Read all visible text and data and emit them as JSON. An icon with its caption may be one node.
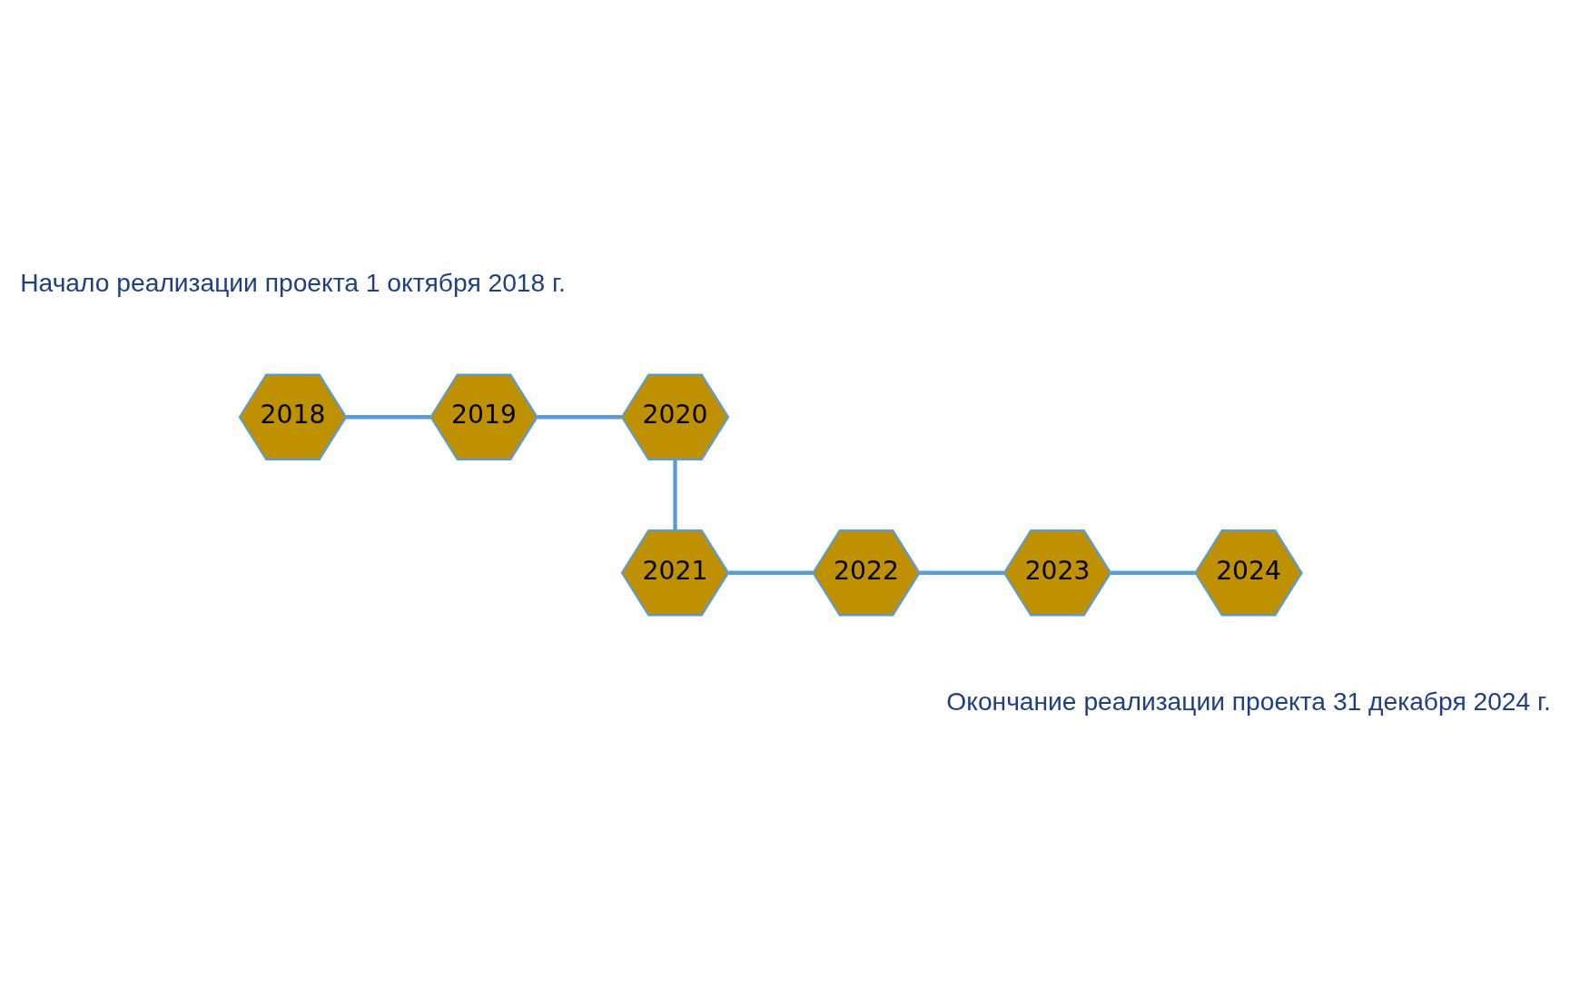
{
  "diagram": {
    "nodes": [
      {
        "text": [
          "2018"
        ],
        "beside": [
          "Начало реализации проекта 1 октября 2018 г."
        ]
      },
      {
        "text": [
          "2019"
        ]
      },
      {
        "text": [
          "2020"
        ]
      },
      {
        "text": [
          "2021"
        ]
      },
      {
        "text": [
          "2022"
        ]
      },
      {
        "text": [
          "2023"
        ]
      },
      {
        "text": [
          "2024"
        ],
        "beside": [
          "Окончание реализации проекта 31 декабря 2024 г."
        ]
      }
    ],
    "edges": [
      {
        "from": 0,
        "to": 1,
        "arrow": "none"
      },
      {
        "from": 1,
        "to": 2,
        "arrow": "none"
      },
      {
        "from": 2,
        "to": 3,
        "arrow": "none"
      },
      {
        "from": 3,
        "to": 4,
        "arrow": "none"
      },
      {
        "from": 4,
        "to": 5,
        "arrow": "none"
      },
      {
        "from": 5,
        "to": 6,
        "arrow": "none"
      }
    ]
  }
}
